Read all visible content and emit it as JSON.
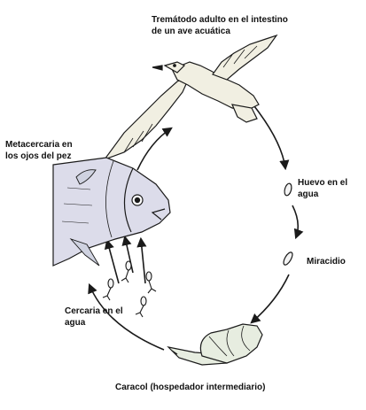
{
  "labels": {
    "adult_fluke": "Tremátodo adulto en el intestino de un ave acuática",
    "metacercaria": "Metacercaria en los ojos del pez",
    "egg": "Huevo en el agua",
    "miracidium": "Miracidio",
    "cercaria": "Cercaria en el agua",
    "snail": "Caracol (hospedador intermediario)"
  },
  "colors": {
    "bird_fill": "#f1efe2",
    "fish_fill": "#dcdcea",
    "snail_fill": "#e7ede0",
    "line": "#1a1a1a"
  }
}
